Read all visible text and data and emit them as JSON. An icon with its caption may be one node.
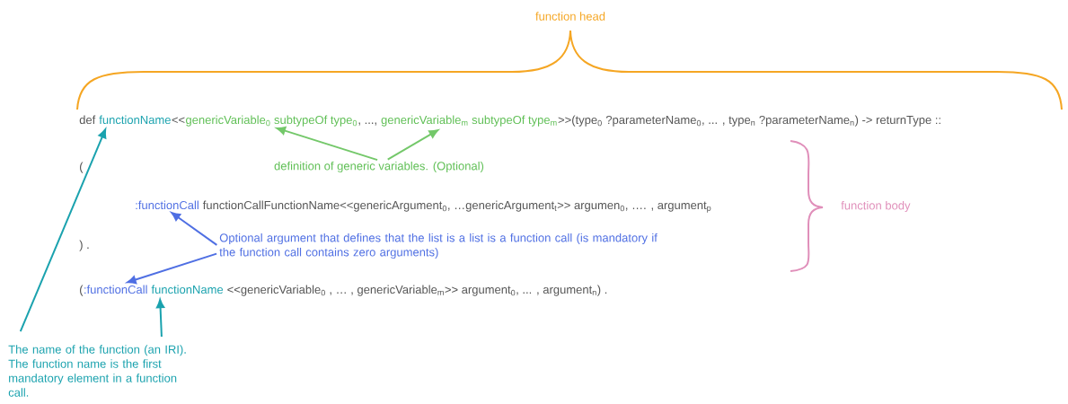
{
  "diagram": {
    "nodes": [
      {
        "text": [
          "functionName"
        ]
      },
      {
        "text": [
          "genericVariable$_{0}$ subtypeOf type$_{0}$"
        ]
      },
      {
        "text": [
          "genericVariable$_{m}$ subtypeOf type$_{m}$"
        ]
      },
      {
        "text": [
          "definition of generic variables. (Optional)"
        ]
      },
      {
        "text": [
          ":functionCall"
        ]
      },
      {
        "text": [
          "Optional argument that defines that the list is a list is a function call (is mandatory if the function call contains zero arguments)"
        ]
      },
      {
        "text": [
          ":functionCall"
        ]
      },
      {
        "text": [
          "functionName"
        ]
      },
      {
        "text": [
          "The name of the function (an IRI). The function name is the first mandatory element in a function call."
        ]
      }
    ],
    "edges": [
      {
        "from": 3,
        "to": 1,
        "arrow": "to",
        "color": "#74c86a"
      },
      {
        "from": 3,
        "to": 2,
        "arrow": "to",
        "color": "#74c86a"
      },
      {
        "from": 5,
        "to": 4,
        "arrow": "to",
        "color": "#4f6fe3"
      },
      {
        "from": 5,
        "to": 6,
        "arrow": "to",
        "color": "#4f6fe3"
      },
      {
        "from": 8,
        "to": 0,
        "arrow": "to",
        "color": "#1aa2ae"
      },
      {
        "from": 8,
        "to": 7,
        "arrow": "to",
        "color": "#1aa2ae"
      }
    ],
    "labels": [
      "function head",
      "def",
      "<<",
      ", ...,",
      ">>(type$_{0}$ ?parameterName$_{0}$, ... , type$_{n}$ ?parameterName$_{n}$) -> returnType ::",
      "(",
      "functionCallFunctionName<<genericArgument$_{0}$, …genericArgument$_{t}$>> argumen$_{0}$, …. , argument$_{p}$",
      "function body",
      ") .",
      "(",
      "<<genericVariable$_{0}$ , … , genericVariable$_{m}$>> argument$_{0}$, ... , argument$_{n}$) ."
    ]
  }
}
